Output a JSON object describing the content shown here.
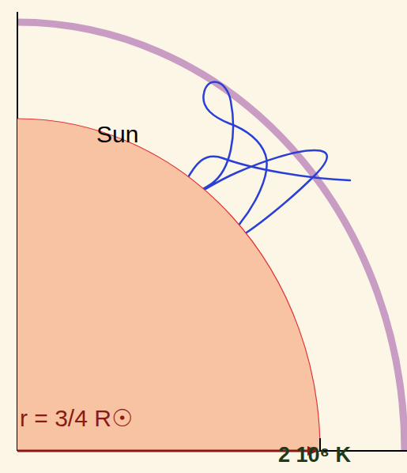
{
  "diagram": {
    "nodes": [
      {
        "text": [
          "r = 3/4 R☉"
        ]
      }
    ],
    "labels": [
      "Sun",
      "2 10⁶ K"
    ]
  }
}
